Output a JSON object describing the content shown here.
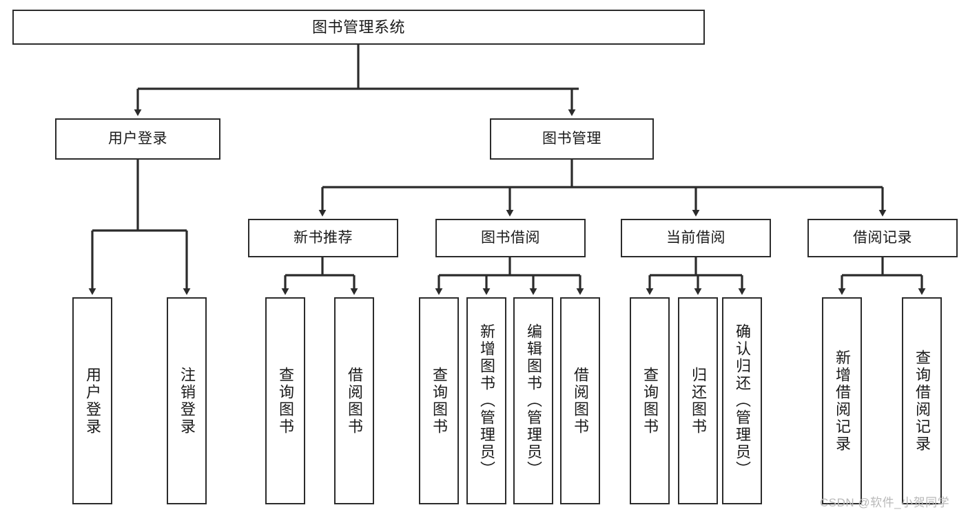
{
  "diagram": {
    "type": "tree-hierarchy",
    "title": "图书管理系统",
    "orientation": "top-down",
    "colors": {
      "box_border": "#2b2b2b",
      "box_fill": "#ffffff",
      "connector": "#2b2b2b",
      "text": "#1a1a1a",
      "watermark": "#b9b9b9",
      "background": "#ffffff"
    },
    "levels": {
      "root": "图书管理系统",
      "level2": [
        "用户登录",
        "图书管理"
      ],
      "level3": [
        "新书推荐",
        "图书借阅",
        "当前借阅",
        "借阅记录"
      ]
    },
    "nodes": {
      "root": {
        "label": "图书管理系统"
      },
      "user_login": {
        "label": "用户登录"
      },
      "book_manage": {
        "label": "图书管理"
      },
      "new_book_rec": {
        "label": "新书推荐"
      },
      "book_borrow": {
        "label": "图书借阅"
      },
      "current_borrow": {
        "label": "当前借阅"
      },
      "borrow_record": {
        "label": "借阅记录"
      },
      "leaf_user_login": {
        "label": "用户登录"
      },
      "leaf_user_logout": {
        "label": "注销登录"
      },
      "leaf_rec_query": {
        "label": "查询图书"
      },
      "leaf_rec_borrow": {
        "label": "借阅图书"
      },
      "leaf_bb_query": {
        "label": "查询图书"
      },
      "leaf_bb_add": {
        "label": "新增图书（管理员）"
      },
      "leaf_bb_edit": {
        "label": "编辑图书（管理员）"
      },
      "leaf_bb_borrow": {
        "label": "借阅图书"
      },
      "leaf_cb_query": {
        "label": "查询图书"
      },
      "leaf_cb_return": {
        "label": "归还图书"
      },
      "leaf_cb_confirm": {
        "label": "确认归还（管理员）"
      },
      "leaf_br_add": {
        "label": "新增借阅记录"
      },
      "leaf_br_query": {
        "label": "查询借阅记录"
      }
    },
    "edges": [
      {
        "from": "root",
        "to": "user_login"
      },
      {
        "from": "root",
        "to": "book_manage"
      },
      {
        "from": "user_login",
        "to": "leaf_user_login"
      },
      {
        "from": "user_login",
        "to": "leaf_user_logout"
      },
      {
        "from": "book_manage",
        "to": "new_book_rec"
      },
      {
        "from": "book_manage",
        "to": "book_borrow"
      },
      {
        "from": "book_manage",
        "to": "current_borrow"
      },
      {
        "from": "book_manage",
        "to": "borrow_record"
      },
      {
        "from": "new_book_rec",
        "to": "leaf_rec_query"
      },
      {
        "from": "new_book_rec",
        "to": "leaf_rec_borrow"
      },
      {
        "from": "book_borrow",
        "to": "leaf_bb_query"
      },
      {
        "from": "book_borrow",
        "to": "leaf_bb_add"
      },
      {
        "from": "book_borrow",
        "to": "leaf_bb_edit"
      },
      {
        "from": "book_borrow",
        "to": "leaf_bb_borrow"
      },
      {
        "from": "current_borrow",
        "to": "leaf_cb_query"
      },
      {
        "from": "current_borrow",
        "to": "leaf_cb_return"
      },
      {
        "from": "current_borrow",
        "to": "leaf_cb_confirm"
      },
      {
        "from": "borrow_record",
        "to": "leaf_br_add"
      },
      {
        "from": "borrow_record",
        "to": "leaf_br_query"
      }
    ]
  },
  "watermark": {
    "text": "CSDN @软件_小贺同学"
  }
}
